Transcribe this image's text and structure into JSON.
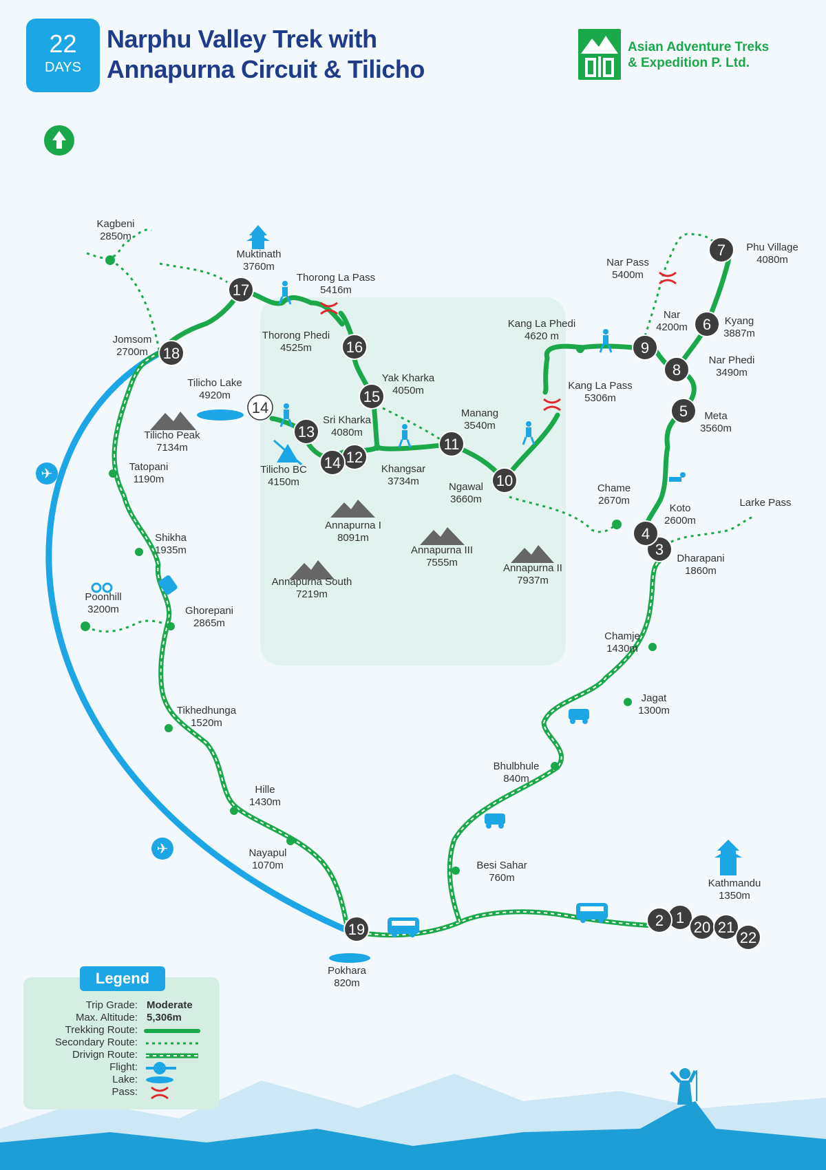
{
  "header": {
    "days_number": "22",
    "days_label": "DAYS",
    "title_line1": "Narphu Valley Trek with",
    "title_line2": "Annapurna Circuit & Tilicho",
    "company_line1": "Asian Adventure Treks",
    "company_line2": "& Expedition P. Ltd."
  },
  "places": [
    {
      "id": "kagbeni",
      "name": "Kagbeni",
      "alt": "2850m"
    },
    {
      "id": "muktinath",
      "name": "Muktinath",
      "alt": "3760m"
    },
    {
      "id": "thorong-la",
      "name": "Thorong La Pass",
      "alt": "5416m"
    },
    {
      "id": "thorong-phedi",
      "name": "Thorong Phedi",
      "alt": "4525m"
    },
    {
      "id": "jomsom",
      "name": "Jomsom",
      "alt": "2700m"
    },
    {
      "id": "tilicho-lake",
      "name": "Tilicho Lake",
      "alt": "4920m"
    },
    {
      "id": "yak-kharka",
      "name": "Yak Kharka",
      "alt": "4050m"
    },
    {
      "id": "sri-kharka",
      "name": "Sri Kharka",
      "alt": "4080m"
    },
    {
      "id": "tilicho-peak",
      "name": "Tilicho Peak",
      "alt": "7134m"
    },
    {
      "id": "tilicho-bc",
      "name": "Tilicho BC",
      "alt": "4150m"
    },
    {
      "id": "khangsar",
      "name": "Khangsar",
      "alt": "3734m"
    },
    {
      "id": "manang",
      "name": "Manang",
      "alt": "3540m"
    },
    {
      "id": "ngawal",
      "name": "Ngawal",
      "alt": "3660m"
    },
    {
      "id": "kang-la-phedi",
      "name": "Kang La Phedi",
      "alt": "4620 m"
    },
    {
      "id": "kang-la-pass",
      "name": "Kang La Pass",
      "alt": "5306m"
    },
    {
      "id": "nar-pass",
      "name": "Nar Pass",
      "alt": "5400m"
    },
    {
      "id": "nar",
      "name": "Nar",
      "alt": "4200m"
    },
    {
      "id": "phu-village",
      "name": "Phu Village",
      "alt": "4080m"
    },
    {
      "id": "kyang",
      "name": "Kyang",
      "alt": "3887m"
    },
    {
      "id": "nar-phedi",
      "name": "Nar Phedi",
      "alt": "3490m"
    },
    {
      "id": "meta",
      "name": "Meta",
      "alt": "3560m"
    },
    {
      "id": "chame",
      "name": "Chame",
      "alt": "2670m"
    },
    {
      "id": "koto",
      "name": "Koto",
      "alt": "2600m"
    },
    {
      "id": "larke-pass",
      "name": "Larke Pass",
      "alt": ""
    },
    {
      "id": "dharapani",
      "name": "Dharapani",
      "alt": "1860m"
    },
    {
      "id": "tatopani",
      "name": "Tatopani",
      "alt": "1190m"
    },
    {
      "id": "annapurna-1",
      "name": "Annapurna I",
      "alt": "8091m"
    },
    {
      "id": "annapurna-3",
      "name": "Annapurna III",
      "alt": "7555m"
    },
    {
      "id": "annapurna-2",
      "name": "Annapurna II",
      "alt": "7937m"
    },
    {
      "id": "annapurna-south",
      "name": "Annapurna South",
      "alt": "7219m"
    },
    {
      "id": "shikha",
      "name": "Shikha",
      "alt": "1935m"
    },
    {
      "id": "poonhill",
      "name": "Poonhill",
      "alt": "3200m"
    },
    {
      "id": "ghorepani",
      "name": "Ghorepani",
      "alt": "2865m"
    },
    {
      "id": "chamje",
      "name": "Chamje",
      "alt": "1430m"
    },
    {
      "id": "jagat",
      "name": "Jagat",
      "alt": "1300m"
    },
    {
      "id": "tikhedhunga",
      "name": "Tikhedhunga",
      "alt": "1520m"
    },
    {
      "id": "bhulbhule",
      "name": "Bhulbhule",
      "alt": "840m"
    },
    {
      "id": "hille",
      "name": "Hille",
      "alt": "1430m"
    },
    {
      "id": "nayapul",
      "name": "Nayapul",
      "alt": "1070m"
    },
    {
      "id": "besi-sahar",
      "name": "Besi Sahar",
      "alt": "760m"
    },
    {
      "id": "kathmandu",
      "name": "Kathmandu",
      "alt": "1350m"
    },
    {
      "id": "pokhara",
      "name": "Pokhara",
      "alt": "820m"
    }
  ],
  "day_markers": [
    "1",
    "2",
    "3",
    "4",
    "5",
    "6",
    "7",
    "8",
    "9",
    "10",
    "11",
    "12",
    "13",
    "14",
    "14",
    "15",
    "16",
    "17",
    "18",
    "19",
    "20",
    "21",
    "22"
  ],
  "legend": {
    "title": "Legend",
    "trip_grade_label": "Trip Grade:",
    "trip_grade_value": "Moderate",
    "max_altitude_label": "Max. Altitude:",
    "max_altitude_value": "5,306m",
    "trekking_route_label": "Trekking Route:",
    "secondary_route_label": "Secondary Route:",
    "driving_route_label": "Drivign Route:",
    "flight_label": "Flight:",
    "lake_label": "Lake:",
    "pass_label": "Pass:"
  },
  "colors": {
    "trek_green": "#1aa84b",
    "flight_blue": "#1da6e5",
    "day_marker": "#3d3d3d",
    "pass_red": "#e3262b",
    "title_navy": "#1f3c88",
    "legend_bg": "#d5ede2",
    "mountain_grey": "#666666"
  },
  "icons": [
    "north-arrow-icon",
    "trekker-icon",
    "pass-icon",
    "mountain-icon",
    "tent-icon",
    "bus-icon",
    "jeep-icon",
    "plane-icon",
    "temple-icon",
    "binoculars-icon",
    "climber-icon",
    "lake-icon"
  ]
}
